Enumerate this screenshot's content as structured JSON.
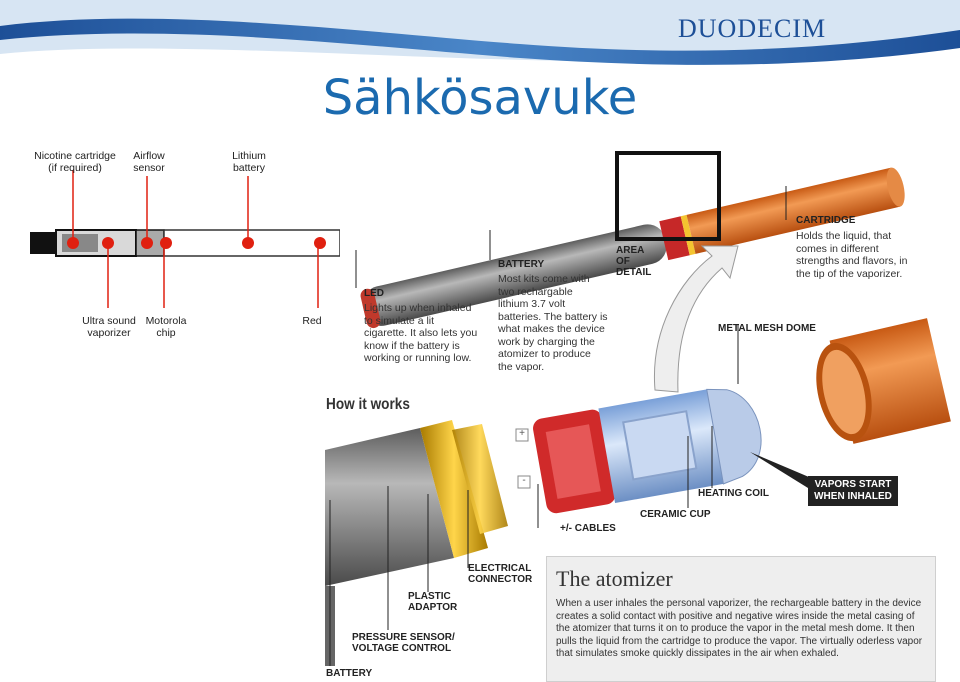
{
  "header": {
    "logo": "DUODECIM",
    "title": "Sähkösavuke"
  },
  "top_diagram": {
    "labels": {
      "nicotine": "Nicotine cartridge\n(if required)",
      "airflow": "Airflow\nsensor",
      "lithium": "Lithium\nbattery",
      "ultrasound": "Ultra sound\nvaporizer",
      "motorola": "Motorola\nchip",
      "red": "Red"
    }
  },
  "main_diagram": {
    "led": {
      "caption": "LED",
      "text": "Lights up when inhaled\nto simulate a lit\ncigarette. It also lets you\nknow if the battery is\nworking or running low."
    },
    "battery": {
      "caption": "BATTERY",
      "text": "Most kits come with\ntwo rechargable\nlithium 3.7 volt\nbatteries. The battery is\nwhat makes the device\nwork by charging the\natomizer to produce\nthe vapor."
    },
    "area_of_detail": "AREA\nOF\nDETAIL",
    "cartridge": {
      "caption": "CARTRIDGE",
      "text": "Holds the liquid, that\ncomes in different\nstrengths and flavors, in\nthe tip of the vaporizer."
    },
    "metal_mesh_dome": "METAL MESH DOME",
    "how_it_works": "How it works",
    "vapors_start": "VAPORS START\nWHEN INHALED",
    "heating_coil": "HEATING COIL",
    "ceramic_cup": "CERAMIC CUP",
    "cables": "+/- CABLES",
    "electrical_connector": "ELECTRICAL\nCONNECTOR",
    "plastic_adaptor": "PLASTIC\nADAPTOR",
    "pressure_sensor": "PRESSURE SENSOR/\nVOLTAGE CONTROL",
    "battery_bottom": "BATTERY",
    "plus_sign": "+",
    "minus_sign": "-"
  },
  "atomizer_box": {
    "title": "The atomizer",
    "text": "When a user inhales the personal vaporizer, the rechargeable battery in the device creates a solid contact with positive and negative wires inside the metal casing of the atomizer that turns it on to produce the vapor in the metal mesh dome. It then pulls the liquid from the cartridge to produce the vapor. The virtually oderless vapor that simulates smoke quickly dissipates in the air when exhaled."
  },
  "colors": {
    "title_blue": "#1b6aaf",
    "logo_blue": "#1d4f97",
    "cartridge_orange": "#e8782e",
    "battery_gray": "#8a8a8a",
    "dot_red": "#e02010"
  }
}
